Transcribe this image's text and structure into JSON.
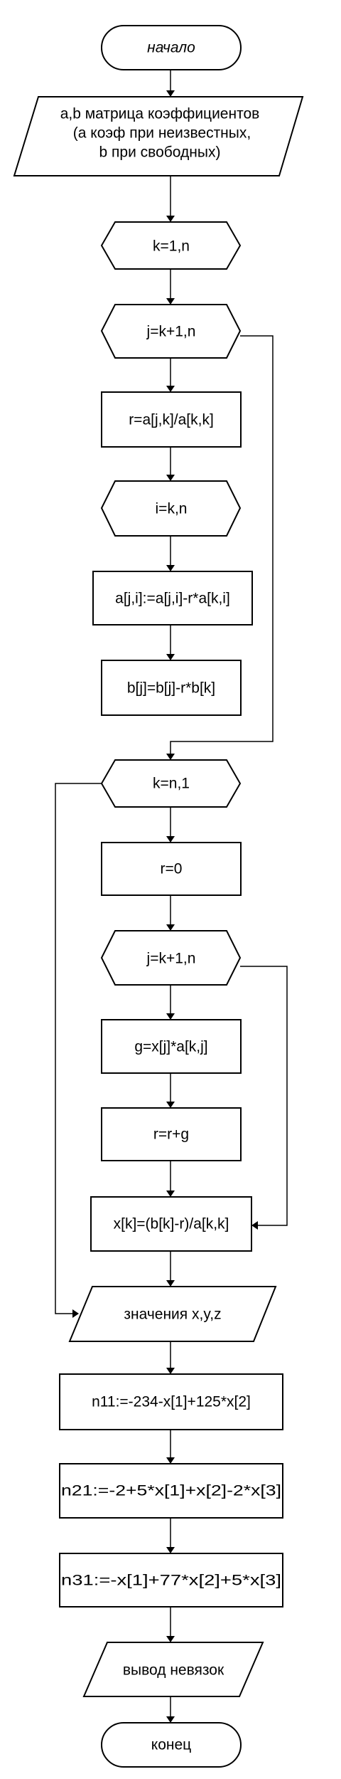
{
  "flowchart": {
    "start": "начало",
    "input_line1": "a,b матрица коэффициентов",
    "input_line2": "(а коэф при неизвестных,",
    "input_line3": "b при свободных)",
    "loop_k_forward": "k=1,n",
    "loop_j_forward": "j=k+1,n",
    "calc_r_ratio": "r=a[j,k]/a[k,k]",
    "loop_i": "i=k,n",
    "calc_a_update": "a[j,i]:=a[j,i]-r*a[k,i]",
    "calc_b_update": "b[j]=b[j]-r*b[k]",
    "loop_k_backward": "k=n,1",
    "calc_r_zero": "r=0",
    "loop_j_backward": "j=k+1,n",
    "calc_g": "g=x[j]*a[k,j]",
    "calc_r_sum": "r=r+g",
    "calc_x": "x[k]=(b[k]-r)/a[k,k]",
    "output_values": "значения x,y,z",
    "calc_n11": "n11:=-234-x[1]+125*x[2]",
    "calc_n21": "n21:=-2+5*x[1]+x[2]-2*x[3]",
    "calc_n31": "n31:=-x[1]+77*x[2]+5*x[3]",
    "output_residuals": "вывод невязок",
    "end": "конец"
  }
}
